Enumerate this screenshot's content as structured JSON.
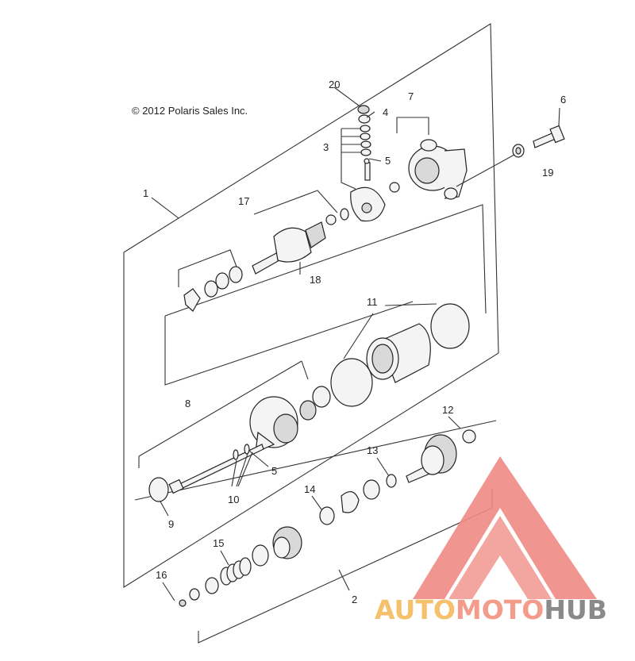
{
  "copyright": "© 2012 Polaris Sales Inc.",
  "callouts": [
    "1",
    "2",
    "3",
    "4",
    "5",
    "5",
    "6",
    "7",
    "8",
    "9",
    "10",
    "11",
    "12",
    "13",
    "14",
    "15",
    "16",
    "17",
    "18",
    "19",
    "20"
  ],
  "watermark": {
    "part1": "AUTO",
    "part2": "MOTO",
    "part3": "HUB",
    "colors": {
      "auto": "#f5c16c",
      "moto": "#f39c8a",
      "hub": "#8a8a8a",
      "triangle": "#f08a84"
    }
  }
}
